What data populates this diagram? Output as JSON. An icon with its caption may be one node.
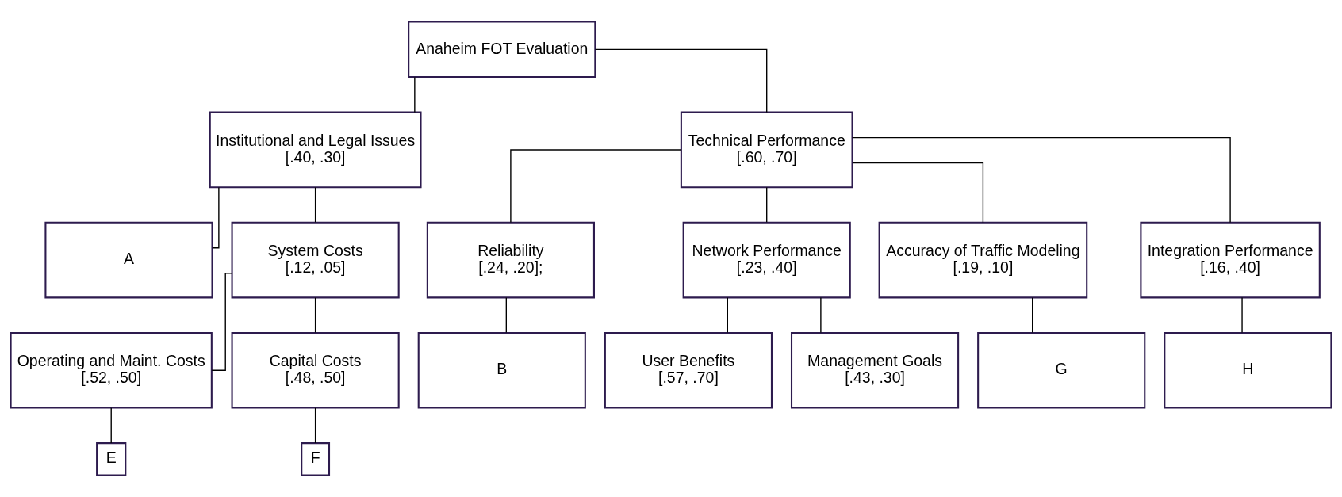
{
  "diagram": {
    "nodes": [
      {
        "text": [
          "Anaheim FOT Evaluation"
        ]
      },
      {
        "text": [
          "Institutional and Legal Issues",
          "[.40, .30]"
        ]
      },
      {
        "text": [
          "Technical Performance",
          "[.60, .70]"
        ]
      },
      {
        "text": [
          "A"
        ]
      },
      {
        "text": [
          "System Costs",
          "[.12, .05]"
        ]
      },
      {
        "text": [
          "Reliability",
          "[.24, .20];"
        ]
      },
      {
        "text": [
          "Network Performance",
          "[.23, .40]"
        ]
      },
      {
        "text": [
          "Accuracy of Traffic Modeling",
          "[.19, .10]"
        ]
      },
      {
        "text": [
          "Integration Performance",
          "[.16, .40]"
        ]
      },
      {
        "text": [
          "Operating and Maint. Costs",
          "[.52, .50]"
        ]
      },
      {
        "text": [
          "Capital Costs",
          "[.48, .50]"
        ]
      },
      {
        "text": [
          "B"
        ]
      },
      {
        "text": [
          "User Benefits",
          "[.57, .70]"
        ]
      },
      {
        "text": [
          "Management Goals",
          "[.43, .30]"
        ]
      },
      {
        "text": [
          "G"
        ]
      },
      {
        "text": [
          "H"
        ]
      },
      {
        "text": [
          "E"
        ]
      },
      {
        "text": [
          "F"
        ]
      }
    ],
    "edges": [
      {
        "from": 0,
        "to": 1,
        "arrow": "none"
      },
      {
        "from": 0,
        "to": 2,
        "arrow": "none"
      },
      {
        "from": 1,
        "to": 3,
        "arrow": "none"
      },
      {
        "from": 1,
        "to": 4,
        "arrow": "none"
      },
      {
        "from": 2,
        "to": 5,
        "arrow": "none"
      },
      {
        "from": 2,
        "to": 6,
        "arrow": "none"
      },
      {
        "from": 2,
        "to": 7,
        "arrow": "none"
      },
      {
        "from": 2,
        "to": 8,
        "arrow": "none"
      },
      {
        "from": 4,
        "to": 9,
        "arrow": "none"
      },
      {
        "from": 4,
        "to": 10,
        "arrow": "none"
      },
      {
        "from": 5,
        "to": 11,
        "arrow": "none"
      },
      {
        "from": 6,
        "to": 12,
        "arrow": "none"
      },
      {
        "from": 6,
        "to": 13,
        "arrow": "none"
      },
      {
        "from": 7,
        "to": 14,
        "arrow": "none"
      },
      {
        "from": 8,
        "to": 15,
        "arrow": "none"
      },
      {
        "from": 9,
        "to": 16,
        "arrow": "none"
      },
      {
        "from": 10,
        "to": 17,
        "arrow": "none"
      }
    ]
  }
}
